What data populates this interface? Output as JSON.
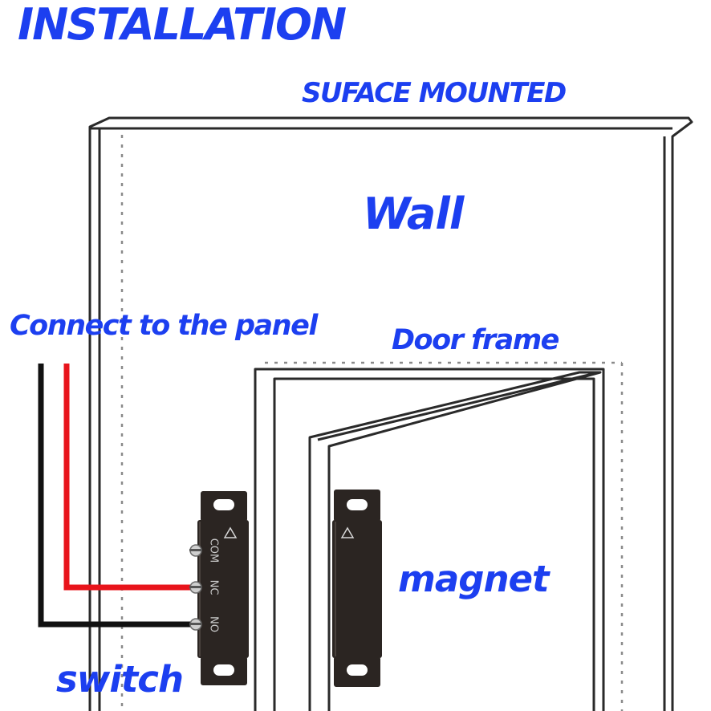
{
  "labels": {
    "title": "INSTALLATION",
    "surface": "SUFACE MOUNTED",
    "wall": "Wall",
    "connect": "Connect to the panel",
    "door_frame": "Door frame",
    "magnet": "magnet",
    "switch": "switch"
  },
  "terminals": {
    "com": "COM",
    "nc": "NC",
    "no": "NO"
  },
  "colors": {
    "label_blue": "#1c3ff0",
    "wire_red": "#e8141b",
    "wire_black": "#111111",
    "sensor_body": "#2b2522",
    "outline": "#2a2a2a"
  },
  "icons": {
    "switch": "reed-switch-icon",
    "magnet": "magnet-block-icon"
  }
}
